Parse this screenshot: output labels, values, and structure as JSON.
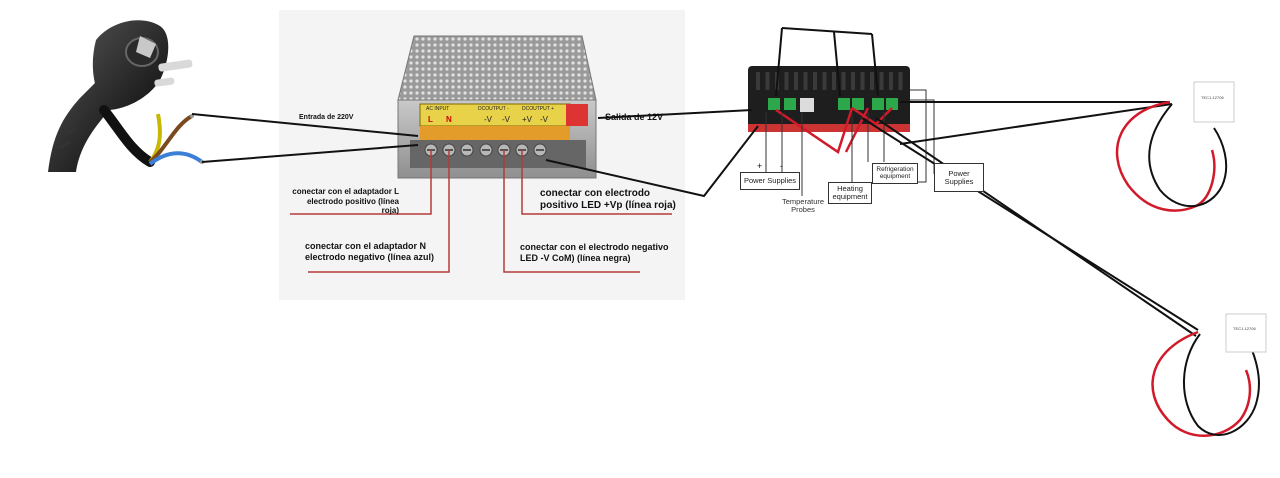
{
  "psu_labels": {
    "input_label": "Entrada de 220V",
    "output_label": "Salida de 12V",
    "terminal_ac_input": "AC INPUT",
    "terminal_dc_output_1": "DCOUTPUT -",
    "terminal_dc_output_2": "DCOUTPUT +",
    "terminal_L": "L",
    "terminal_N": "N",
    "terminal_v_minus": "-V",
    "terminal_v_plus": "+V"
  },
  "annotations": {
    "adapter_l_line1": "conectar con el adaptador L",
    "adapter_l_line2": "electrodo positivo (línea roja)",
    "adapter_n_line1": "conectar con el adaptador N",
    "adapter_n_line2": "electrodo negativo (línea azul)",
    "led_vp_line1": "conectar con electrodo",
    "led_vp_line2": "positivo LED +Vp (línea roja)",
    "led_com_line1": "conectar con el electrodo negativo",
    "led_com_line2": "LED -V CoM) (línea negra)"
  },
  "controller": {
    "power_supplies_left": "Power Supplies",
    "plus_sign": "+",
    "minus_sign": "-",
    "temperature_probes_line1": "Temperature",
    "temperature_probes_line2": "Probes",
    "heating_line1": "Heating",
    "heating_line2": "equipment",
    "refrigeration_line1": "Refrigeration",
    "refrigeration_line2": "equipment",
    "power_supplies_right_line1": "Power",
    "power_supplies_right_line2": "Supplies"
  },
  "peltier": {
    "module_label": "TEC1-12706"
  },
  "colors": {
    "wire_black": "#111111",
    "wire_red": "#d11a2a",
    "wire_blue": "#3b7fd6",
    "annotation_line": "#b33a3a",
    "psu_panel": "#f4f4f4"
  }
}
